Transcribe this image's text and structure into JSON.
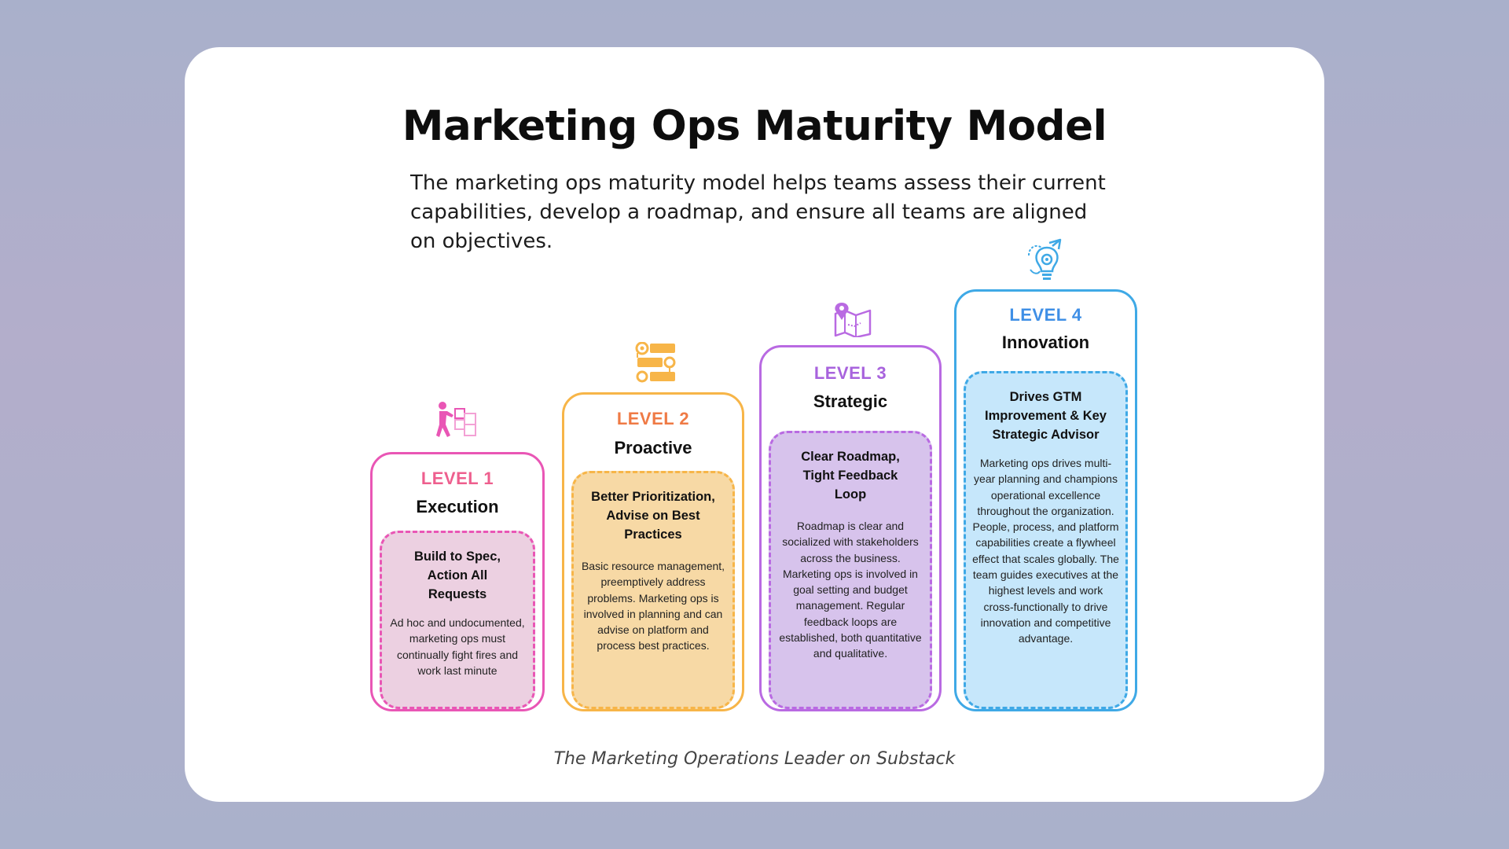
{
  "title": "Marketing Ops Maturity Model",
  "subtitle": "The marketing ops maturity model helps teams assess their current capabilities, develop a roadmap, and ensure all teams are aligned on objectives.",
  "caption": "The Marketing Operations Leader on Substack",
  "levels": [
    {
      "level": "LEVEL 1",
      "name": "Execution",
      "heading": "Build to Spec, Action All Requests",
      "body": "Ad hoc and undocumented, marketing ops must continually fight fires and work last minute",
      "icon": "puzzle-worker-icon",
      "color": "#e956b5",
      "fill": "#ecd0e1",
      "level_color": "#ee5f8e"
    },
    {
      "level": "LEVEL 2",
      "name": "Proactive",
      "heading": "Better Prioritization, Advise on Best Practices",
      "body": "Basic resource management, preemptively address problems. Marketing ops is involved in planning and can advise on platform and process best practices.",
      "icon": "process-steps-icon",
      "color": "#f7b548",
      "fill": "#f7d9a5",
      "level_color": "#ef7a45"
    },
    {
      "level": "LEVEL 3",
      "name": "Strategic",
      "heading": "Clear Roadmap, Tight Feedback Loop",
      "body": "Roadmap is clear and socialized with stakeholders across the business. Marketing ops is involved in goal setting and budget management. Regular feedback loops are established, both quantitative and qualitative.",
      "icon": "map-pin-icon",
      "color": "#b96ae2",
      "fill": "#d7c3ec",
      "level_color": "#a863dd"
    },
    {
      "level": "LEVEL 4",
      "name": "Innovation",
      "heading": "Drives GTM Improvement & Key Strategic Advisor",
      "body": "Marketing ops drives multi-year planning and champions operational excellence throughout the organization. People, process, and platform capabilities create a flywheel effect that scales globally. The team guides executives at the highest levels and work cross-functionally to drive innovation and competitive advantage.",
      "icon": "lightbulb-gear-icon",
      "color": "#3fa9e6",
      "fill": "#c6e7fb",
      "level_color": "#3f8fe6"
    }
  ]
}
